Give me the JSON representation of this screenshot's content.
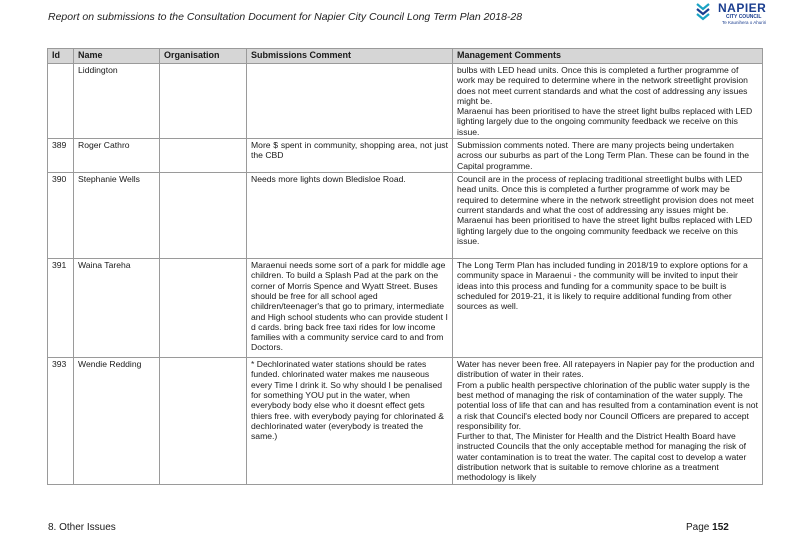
{
  "header": {
    "title": "Report on submissions to the Consultation Document for Napier City Council Long Term Plan 2018-28"
  },
  "logo": {
    "name": "NAPIER",
    "sub": "CITY COUNCIL",
    "sub2": "Te Kaunihera o Ahuriri"
  },
  "table": {
    "columns": [
      "Id",
      "Name",
      "Organisation",
      "Submissions Comment",
      "Management Comments"
    ],
    "rows": [
      {
        "id": "",
        "name": "Liddington",
        "organisation": "",
        "submission": "",
        "management": [
          "bulbs with LED head units. Once this is completed a further programme of work may be required to determine where in the network streetlight provision does not meet current standards and what the cost of addressing any issues might be.",
          "Maraenui has been prioritised to have the street light bulbs replaced with LED lighting largely due to the ongoing community feedback we receive on this issue."
        ]
      },
      {
        "id": "389",
        "name": "Roger Cathro",
        "organisation": "",
        "submission": "More $ spent in community, shopping area, not just the CBD",
        "management": [
          "Submission comments noted.  There are many projects being undertaken across our suburbs as part of the Long Term Plan. These can be found in the Capital programme."
        ]
      },
      {
        "id": "390",
        "name": "Stephanie Wells",
        "organisation": "",
        "submission": "Needs more lights down Bledisloe Road.",
        "management": [
          "Council are in the process of replacing traditional streetlight bulbs with LED head units. Once this is completed a further programme of work may be required to determine where in the network streetlight provision does not meet current standards and what the cost of addressing any issues might be.",
          "Maraenui has been prioritised to have the street light bulbs replaced with LED lighting largely due to the ongoing community feedback we receive on this issue."
        ]
      },
      {
        "id": "391",
        "name": "Waina Tareha",
        "organisation": "",
        "submission": "Maraenui needs some sort of a park for middle age children. To build a Splash Pad at the park on the corner of Morris Spence and Wyatt Street. Buses should be free for all school aged children/teenager's that go to primary, intermediate and High school students who can provide student I d cards. bring back free taxi rides for low income families with a community service card to and from Doctors.",
        "management": [
          "The Long Term Plan has included funding in 2018/19 to explore options for a community space in Maraenui - the community will be invited to input their ideas into this process and funding for a community space to be built is scheduled for 2019-21, it is likely to require additional funding from other sources as well."
        ]
      },
      {
        "id": "393",
        "name": "Wendie Redding",
        "organisation": "",
        "submission": "* Dechlorinated water stations should be rates funded. chlorinated water makes me nauseous every Time I drink it. So why should I be penalised for something YOU put in the water, when everybody body else who it doesnt effect gets thiers free. with everybody paying for chlorinated & dechlorinated water (everybody is treated the same.)",
        "management": [
          "Water has never been free. All ratepayers in Napier pay for the production and distribution of water in their rates.",
          "From a public health perspective chlorination of the public water supply is the best method of managing the risk of contamination of the water supply. The potential loss of life that can and has resulted from a contamination event is not a risk that Council's elected body nor Council Officers are prepared to accept responsibility for.",
          "Further to that, The Minister for Health and the District Health Board have instructed Councils that the only acceptable method for managing the risk of water contamination is to treat the water. The capital cost to develop a water distribution network that is suitable to remove chlorine as a treatment methodology is likely"
        ]
      }
    ]
  },
  "footer": {
    "section": "8. Other Issues",
    "page_label": "Page",
    "page_number": "152"
  }
}
